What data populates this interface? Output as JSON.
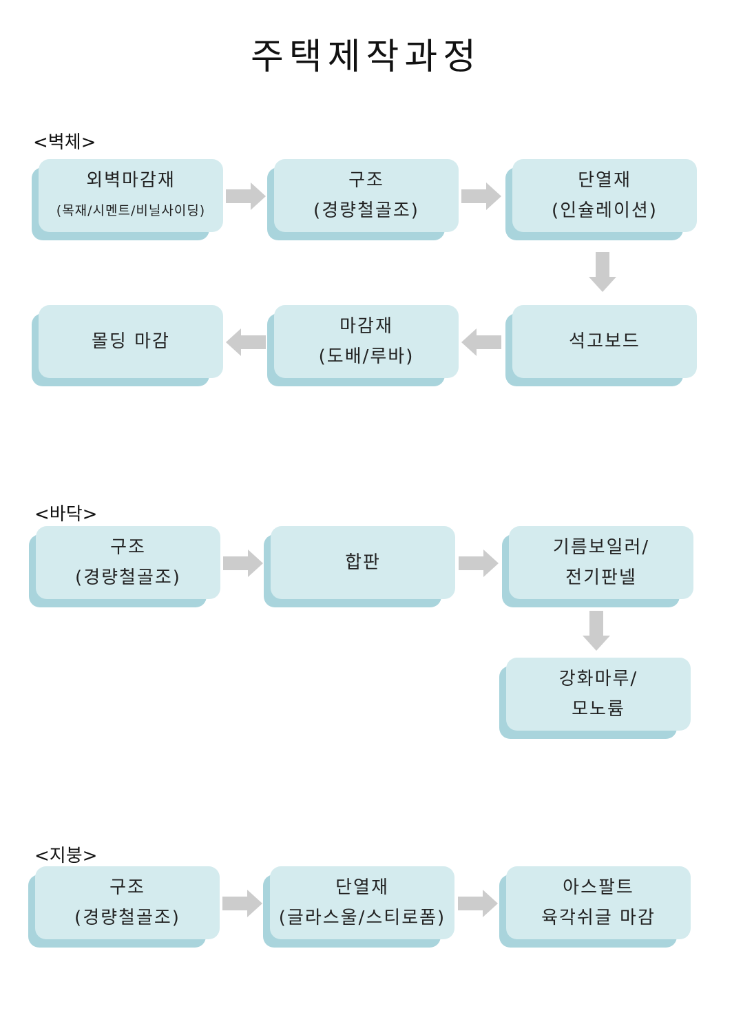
{
  "title": "주택제작과정",
  "colors": {
    "box_face": "#d4ebee",
    "box_shadow": "#a9d4dc",
    "arrow": "#cccccc"
  },
  "sections": [
    {
      "label": "<벽체>",
      "boxes": [
        {
          "lines": [
            "외벽마감재",
            "(목재/시멘트/비닐사이딩)"
          ]
        },
        {
          "lines": [
            "구조",
            "(경량철골조)"
          ]
        },
        {
          "lines": [
            "단열재",
            "(인슐레이션)"
          ]
        },
        {
          "lines": [
            "석고보드"
          ]
        },
        {
          "lines": [
            "마감재",
            "(도배/루바)"
          ]
        },
        {
          "lines": [
            "몰딩 마감"
          ]
        }
      ]
    },
    {
      "label": "<바닥>",
      "boxes": [
        {
          "lines": [
            "구조",
            "(경량철골조)"
          ]
        },
        {
          "lines": [
            "합판"
          ]
        },
        {
          "lines": [
            "기름보일러/",
            "전기판넬"
          ]
        },
        {
          "lines": [
            "강화마루/",
            "모노륨"
          ]
        }
      ]
    },
    {
      "label": "<지붕>",
      "boxes": [
        {
          "lines": [
            "구조",
            "(경량철골조)"
          ]
        },
        {
          "lines": [
            "단열재",
            "(글라스울/스티로폼)"
          ]
        },
        {
          "lines": [
            "아스팔트",
            "육각쉬글 마감"
          ]
        }
      ]
    }
  ]
}
